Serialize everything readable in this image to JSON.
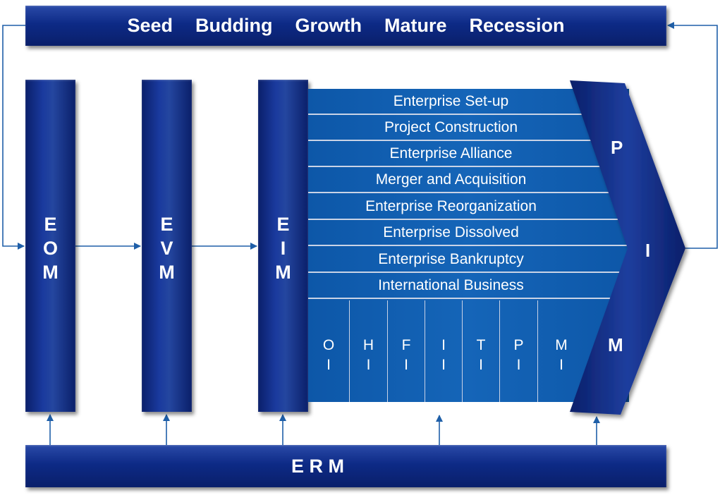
{
  "stages": [
    "Seed",
    "Budding",
    "Growth",
    "Mature",
    "Recession"
  ],
  "columns": [
    {
      "id": "eom",
      "letters": [
        "E",
        "O",
        "M"
      ]
    },
    {
      "id": "evm",
      "letters": [
        "E",
        "V",
        "M"
      ]
    },
    {
      "id": "eim",
      "letters": [
        "E",
        "I",
        "M"
      ]
    }
  ],
  "rows": [
    "Enterprise Set-up",
    "Project Construction",
    "Enterprise Alliance",
    "Merger and Acquisition",
    "Enterprise Reorganization",
    "Enterprise Dissolved",
    "Enterprise Bankruptcy",
    "International Business"
  ],
  "cells": [
    {
      "top": "O",
      "bottom": "I"
    },
    {
      "top": "H",
      "bottom": "I"
    },
    {
      "top": "F",
      "bottom": "I"
    },
    {
      "top": "I",
      "bottom": "I"
    },
    {
      "top": "T",
      "bottom": "I"
    },
    {
      "top": "P",
      "bottom": "I"
    },
    {
      "top": "M",
      "bottom": "I"
    }
  ],
  "pim": [
    "P",
    "I",
    "M"
  ],
  "erm": "E R M",
  "colors": {
    "dark_navy": "#0a1f6a",
    "panel_blue": "#1565b8",
    "arrow": "#1f5fa8"
  }
}
